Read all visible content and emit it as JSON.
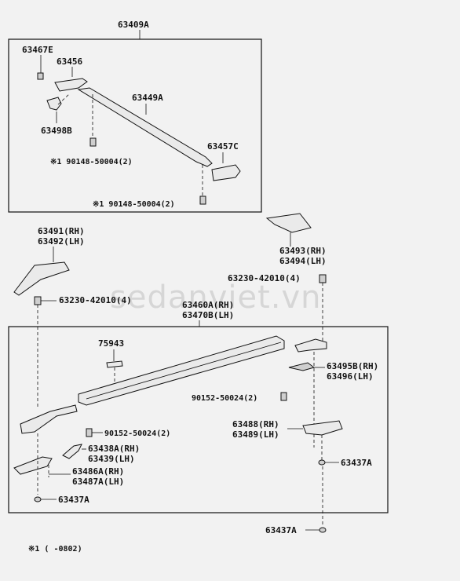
{
  "labels": {
    "assy_upper": "63409A",
    "l63467E": "63467E",
    "l63456": "63456",
    "l63449A": "63449A",
    "l63498B": "63498B",
    "bolt_upper_1": "※1 90148-50004(2)",
    "l63457C": "63457C",
    "bolt_upper_2": "※1 90148-50004(2)",
    "l63491": "63491(RH)",
    "l63492": "63492(LH)",
    "l63493": "63493(RH)",
    "l63494": "63494(LH)",
    "screw_right": "63230-42010(4)",
    "screw_left": "63230-42010(4)",
    "l63460A": "63460A(RH)",
    "l63470B": "63470B(LH)",
    "l75943": "75943",
    "l63495B": "63495B(RH)",
    "l63496": "63496(LH)",
    "bolt_mid_1": "90152-50024(2)",
    "bolt_mid_2": "90152-50024(2)",
    "l63488": "63488(RH)",
    "l63489": "63489(LH)",
    "l63438A": "63438A(RH)",
    "l63439": "63439(LH)",
    "l63486A": "63486A(RH)",
    "l63487A": "63487A(LH)",
    "l63437A_left": "63437A",
    "l63437A_right": "63437A",
    "l63437A_bottom": "63437A",
    "footnote": "※1 (    -0802)"
  },
  "watermark": "sedanviet.vn",
  "colors": {
    "line": "#111111",
    "background": "#f2f2f2",
    "watermark": "#d6d6d6"
  }
}
